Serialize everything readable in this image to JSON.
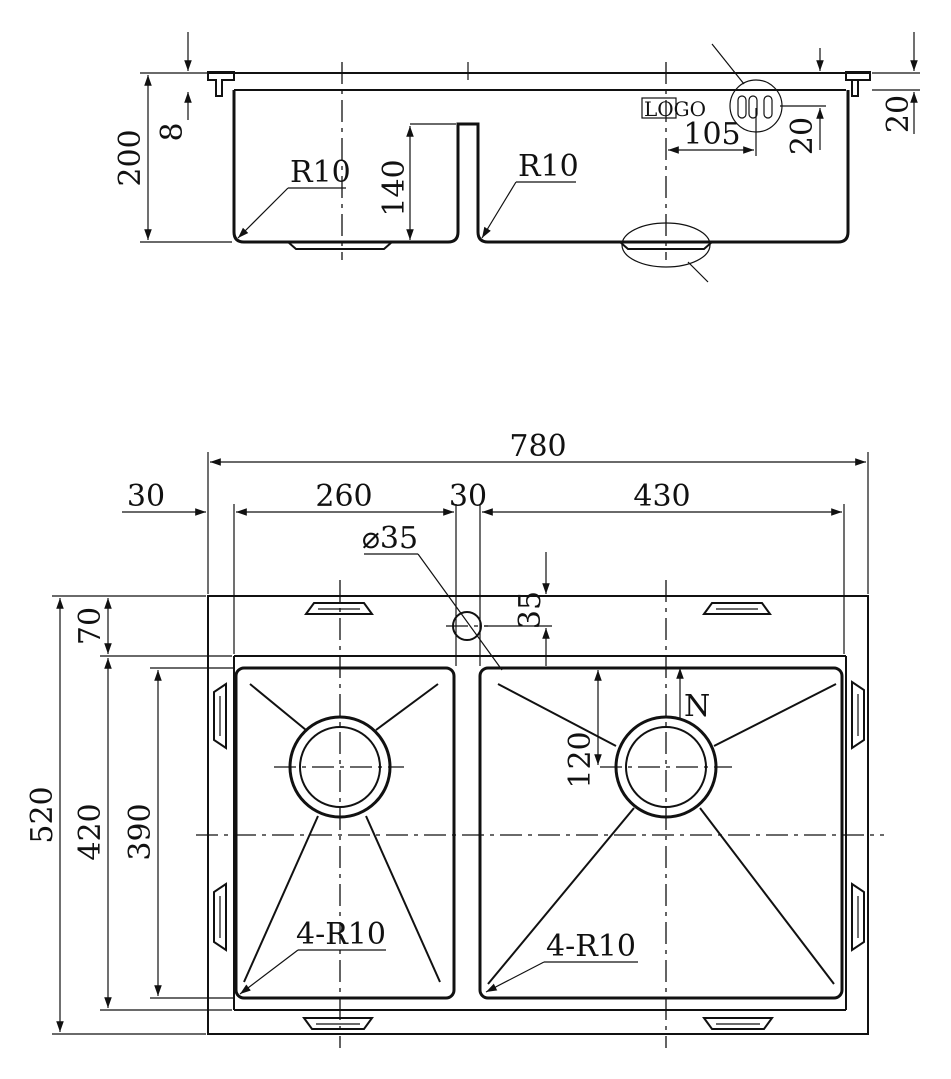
{
  "side_view": {
    "dims": {
      "height_total": "200",
      "rim": "8",
      "divider_height": "140",
      "radius_left": "R10",
      "radius_right": "R10",
      "logo_offset": "105",
      "logo_drop": "20",
      "right_edge": "20"
    },
    "logo_text": "LOGO"
  },
  "top_view": {
    "dims": {
      "overall_width": "780",
      "left_margin": "30",
      "left_bowl_width": "260",
      "divider_width": "30",
      "right_bowl_width": "430",
      "tap_hole": "⌀35",
      "tap_offset": "35",
      "overall_depth": "520",
      "top_margin": "70",
      "inner_depth": "420",
      "bowl_depth": "390",
      "drain_offset": "120",
      "corner_left": "4-R10",
      "corner_right": "4-R10",
      "north_marker": "N"
    }
  }
}
